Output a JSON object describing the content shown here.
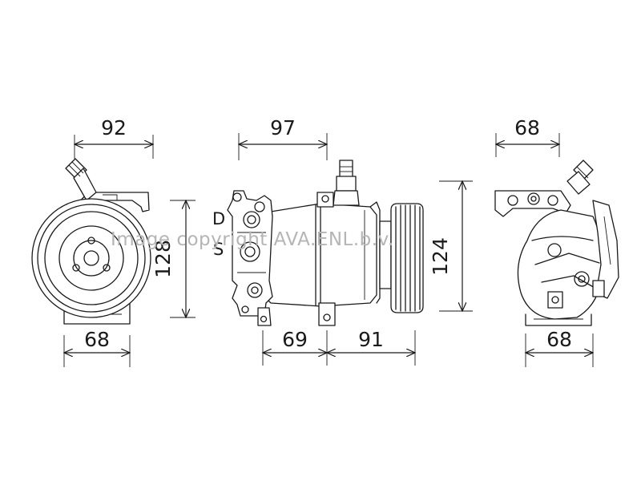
{
  "views": {
    "front": {
      "top_dimension": "92",
      "bottom_dimension": "68",
      "height_dimension": "128"
    },
    "side": {
      "top_dimension": "97",
      "bottom_left_dimension": "69",
      "bottom_right_dimension": "91",
      "height_dimension": "124",
      "port_discharge": "D",
      "port_suction": "S"
    },
    "rear": {
      "top_dimension": "68",
      "bottom_dimension": "68"
    }
  },
  "watermark": "Image copyright AVA.ENL.b.v."
}
